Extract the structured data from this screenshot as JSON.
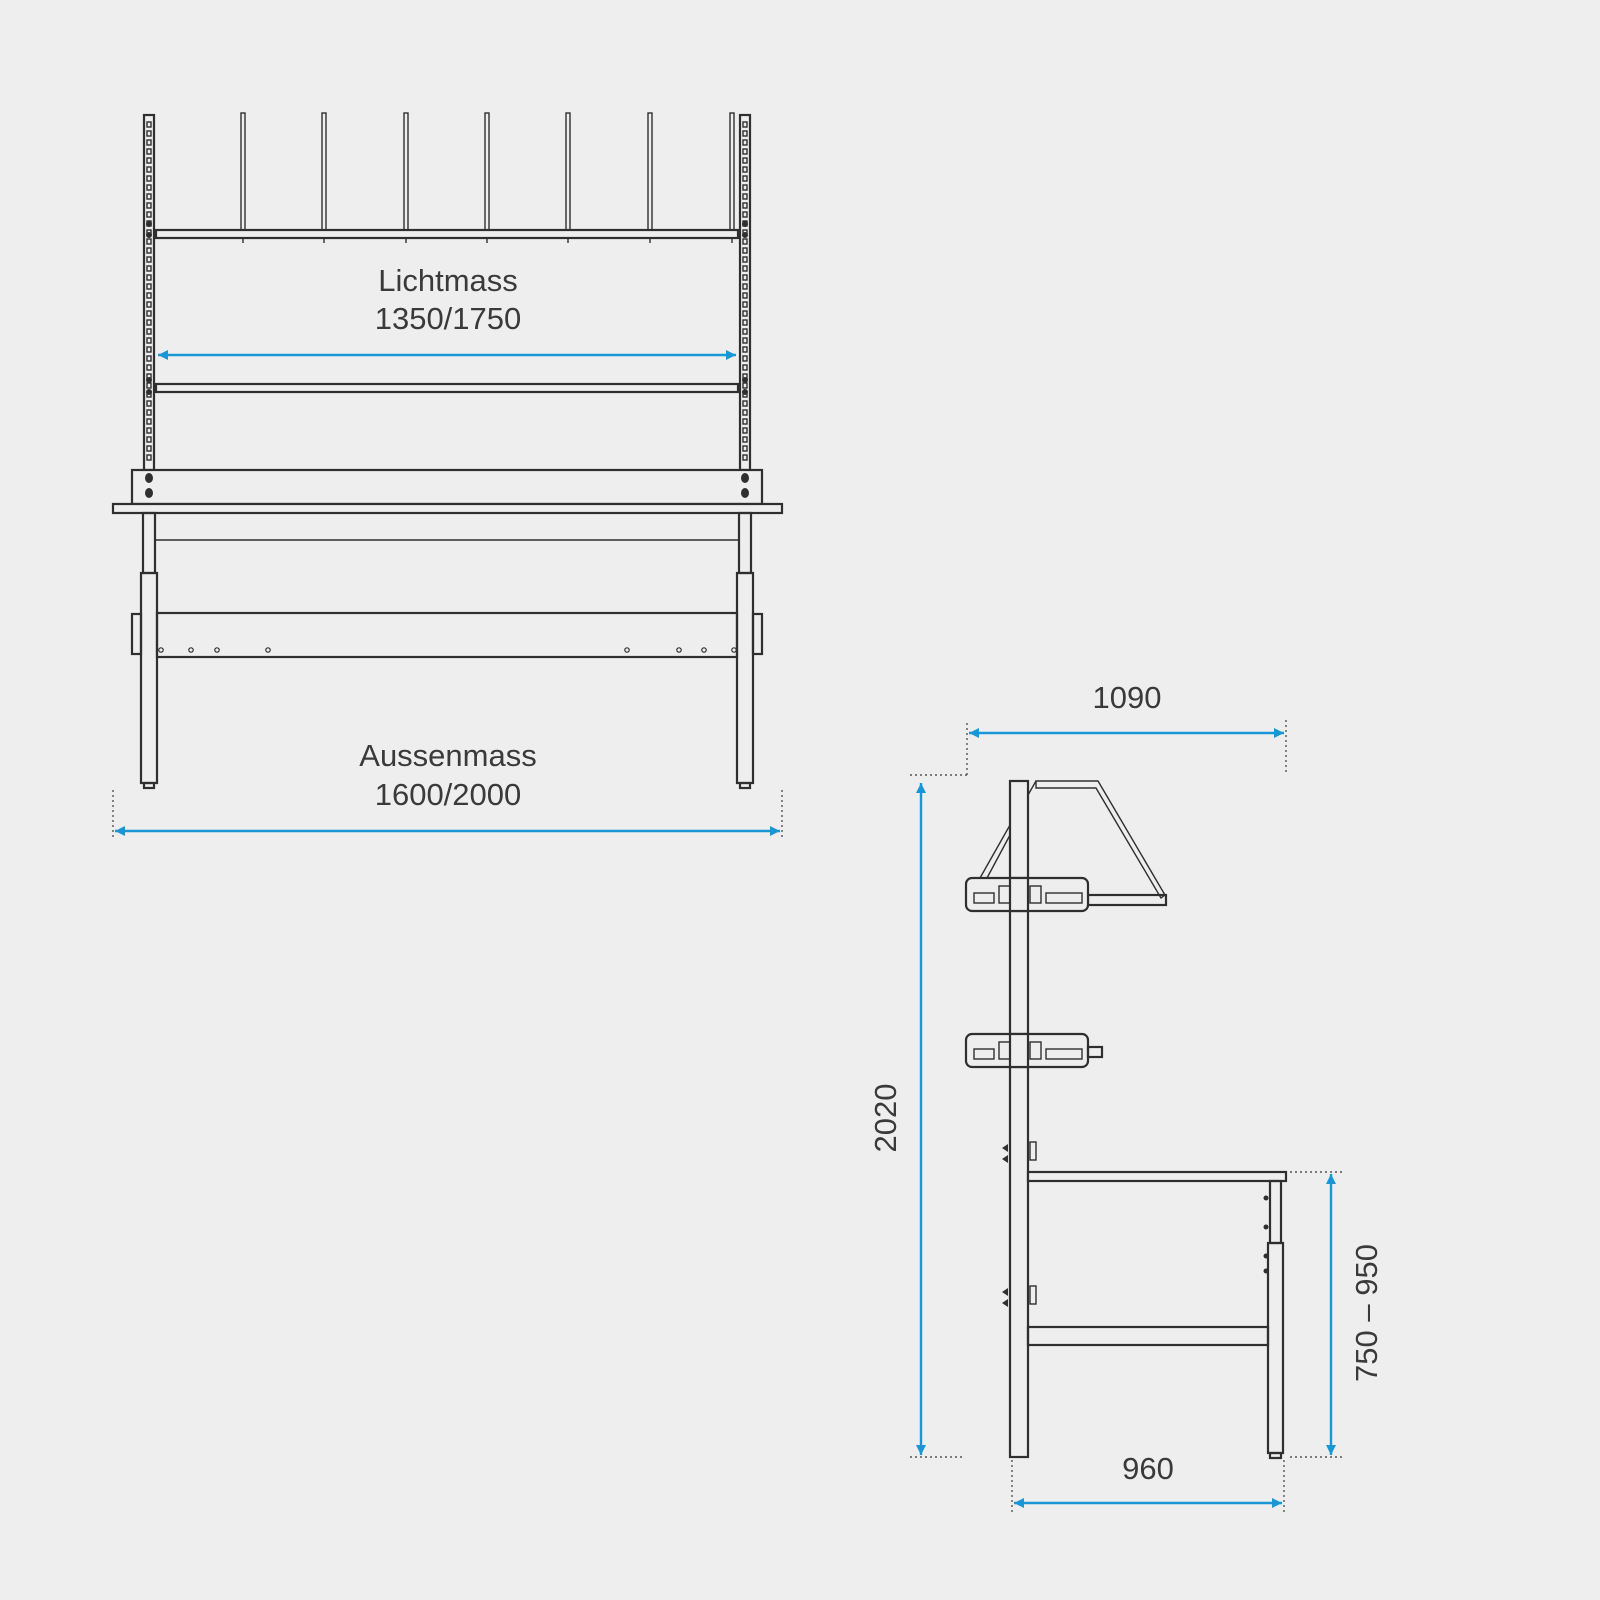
{
  "front_view": {
    "clear_width_label": "Lichtmass",
    "clear_width_value": "1350/1750",
    "outer_width_label": "Aussenmass",
    "outer_width_value": "1600/2000"
  },
  "side_view": {
    "depth_top": "1090",
    "depth_bottom": "960",
    "total_height": "2020",
    "table_height": "750 – 950"
  },
  "colors": {
    "dimension": "#1a96d4",
    "line": "#2f2f2f",
    "background": "#eeeeee"
  }
}
